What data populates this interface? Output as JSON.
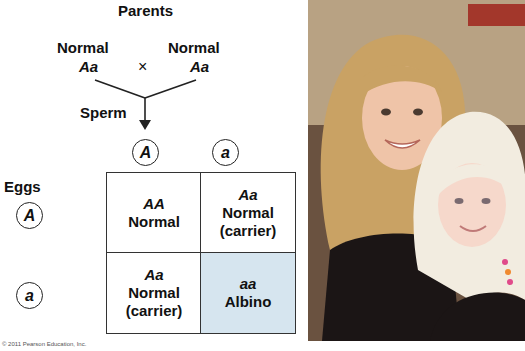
{
  "diagram": {
    "nodes": [
      {
        "text": [
          "A"
        ]
      },
      {
        "text": [
          "a"
        ]
      },
      {
        "text": [
          "A"
        ]
      },
      {
        "text": [
          "a"
        ]
      },
      {
        "text": [
          "AA",
          "Normal"
        ]
      },
      {
        "text": [
          "Aa",
          "Normal (carrier)"
        ]
      },
      {
        "text": [
          "Aa",
          "Normal (carrier)"
        ]
      },
      {
        "text": [
          "aa",
          "Albino"
        ]
      }
    ],
    "labels": [
      "Parents",
      "Normal",
      "Aa",
      "×",
      "Normal",
      "Aa",
      "Sperm",
      "Eggs",
      "© 2011 Pearson Education, Inc."
    ]
  }
}
